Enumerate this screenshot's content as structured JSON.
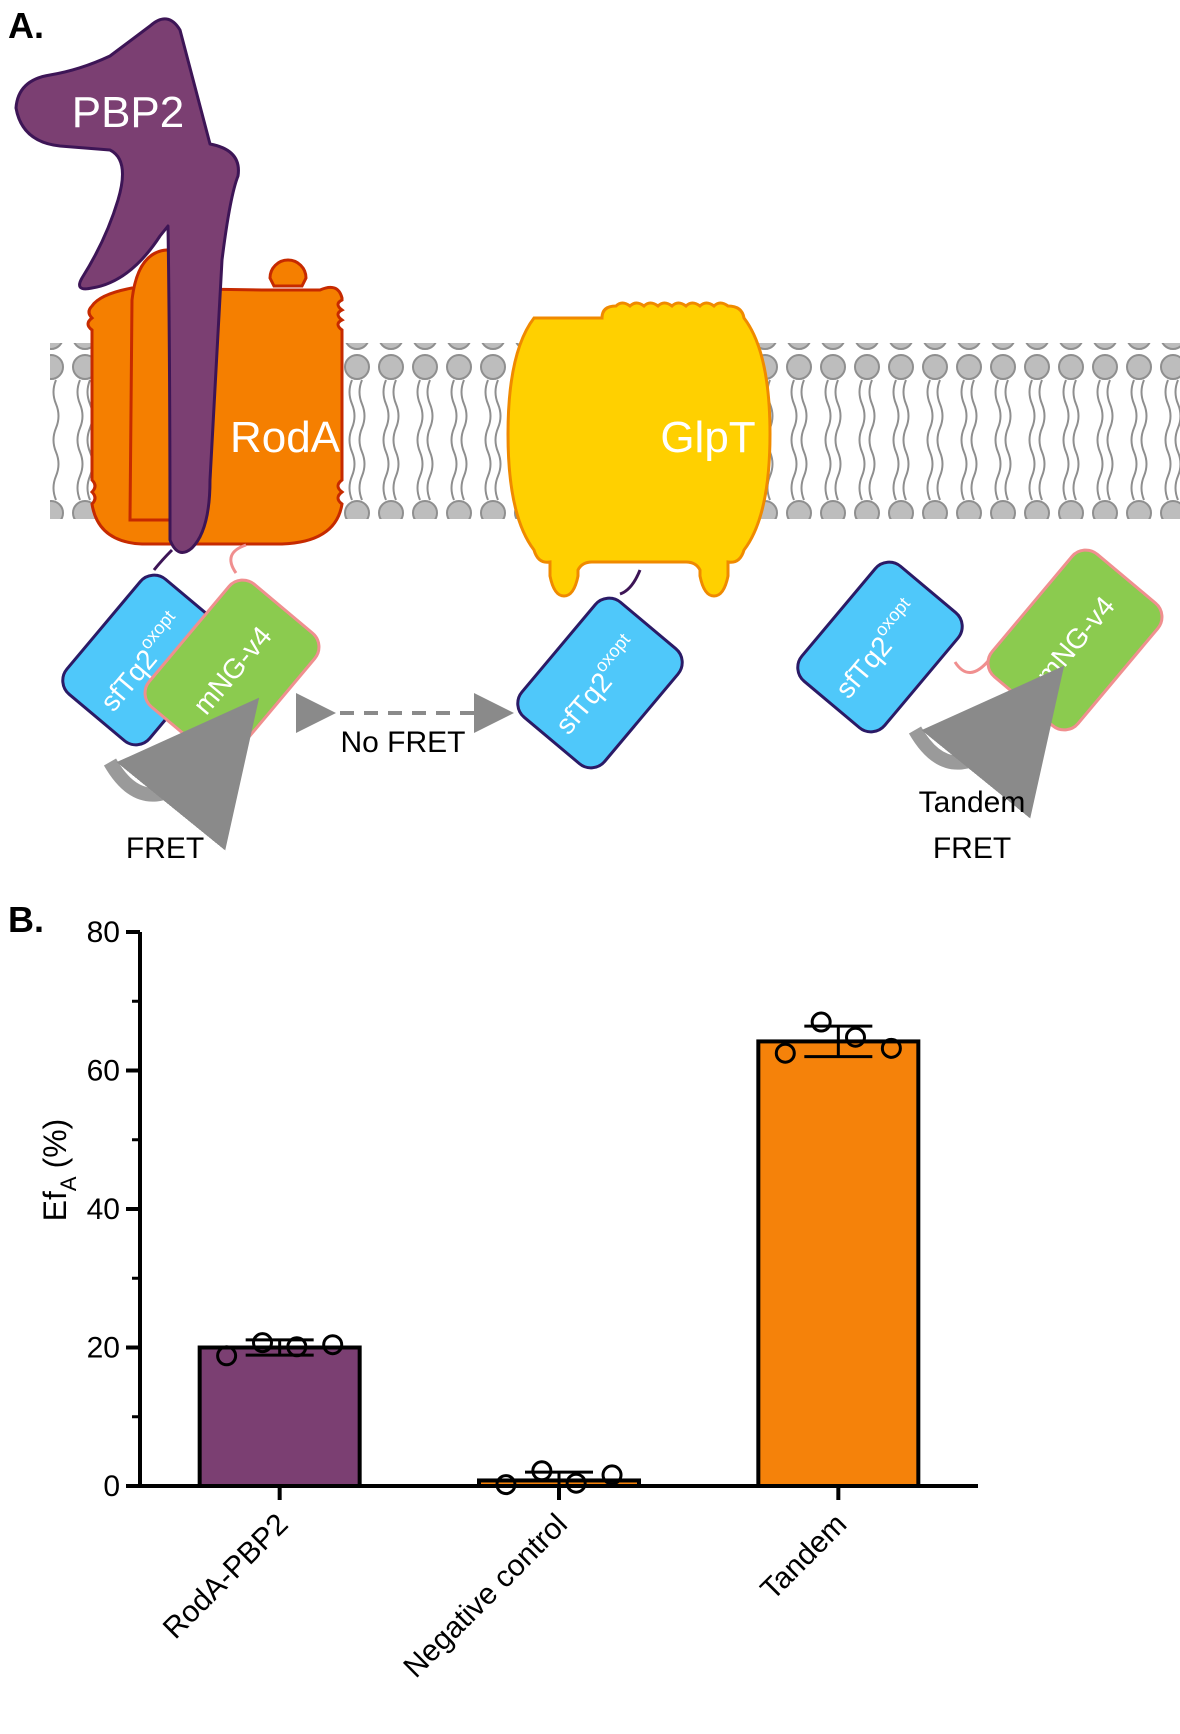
{
  "panel_a": {
    "label": "A.",
    "proteins": {
      "pbp2": "PBP2",
      "roda": "RodA",
      "glpt": "GlpT"
    },
    "fluorophores": {
      "donor_base": "sfTq2",
      "donor_sup": "oxopt",
      "acceptor": "mNG-v4"
    },
    "annotations": {
      "fret": "FRET",
      "no_fret": "No FRET",
      "tandem_line1": "Tandem",
      "tandem_line2": "FRET"
    },
    "colors": {
      "pbp2": "#7b3f72",
      "roda": "#f57f00",
      "glpt": "#ffd000",
      "donor": "#4fc8fa",
      "acceptor": "#8bcb4f",
      "membrane": "#bdbdbd"
    }
  },
  "panel_b": {
    "label": "B."
  },
  "chart_data": {
    "type": "bar",
    "categories": [
      "RodA-PBP2",
      "Negative control",
      "Tandem"
    ],
    "values": [
      20.0,
      0.8,
      64.2
    ],
    "errors": [
      1.1,
      1.2,
      2.2
    ],
    "points": [
      [
        18.8,
        20.7,
        20.1,
        20.4
      ],
      [
        0.2,
        2.2,
        0.4,
        1.6
      ],
      [
        62.5,
        67.0,
        64.8,
        63.2
      ]
    ],
    "colors": [
      "#7b3f72",
      "#f5820a",
      "#f5820a"
    ],
    "ylabel_main": "Ef",
    "ylabel_sub": "A",
    "ylabel_unit": "(%)",
    "ylim": [
      0,
      80
    ],
    "yticks": [
      0,
      20,
      40,
      60,
      80
    ],
    "grid": false
  }
}
